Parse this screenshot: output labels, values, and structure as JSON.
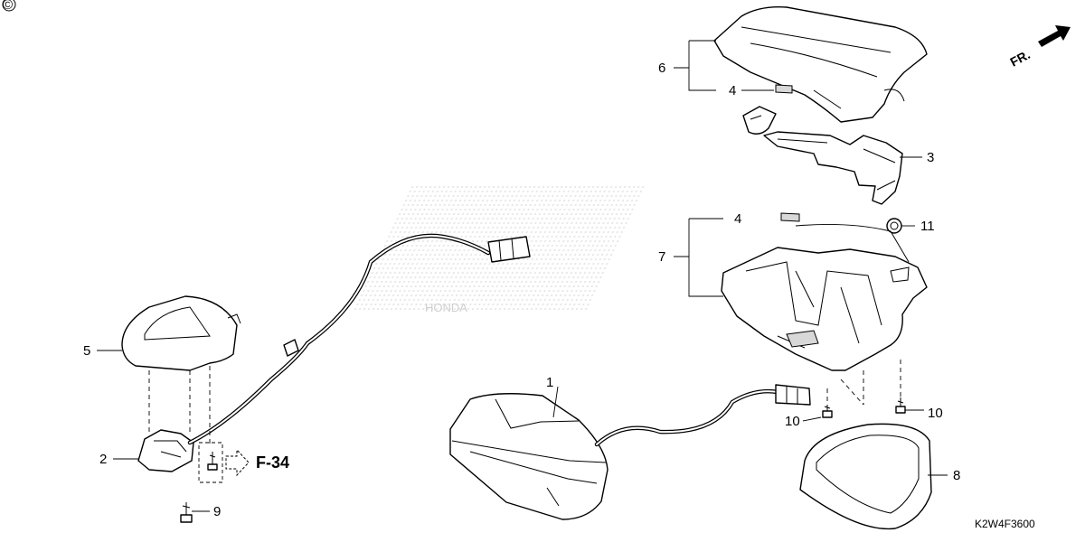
{
  "copyright_symbol": "©",
  "watermark_text": "HONDA",
  "direction_label": "FR.",
  "reference_label": "F-34",
  "diagram_code": "K2W4F3600",
  "callouts": {
    "n1": "1",
    "n2": "2",
    "n3": "3",
    "n4a": "4",
    "n4b": "4",
    "n5": "5",
    "n6": "6",
    "n7": "7",
    "n8": "8",
    "n9": "9",
    "n10a": "10",
    "n10b": "10",
    "n11": "11"
  }
}
